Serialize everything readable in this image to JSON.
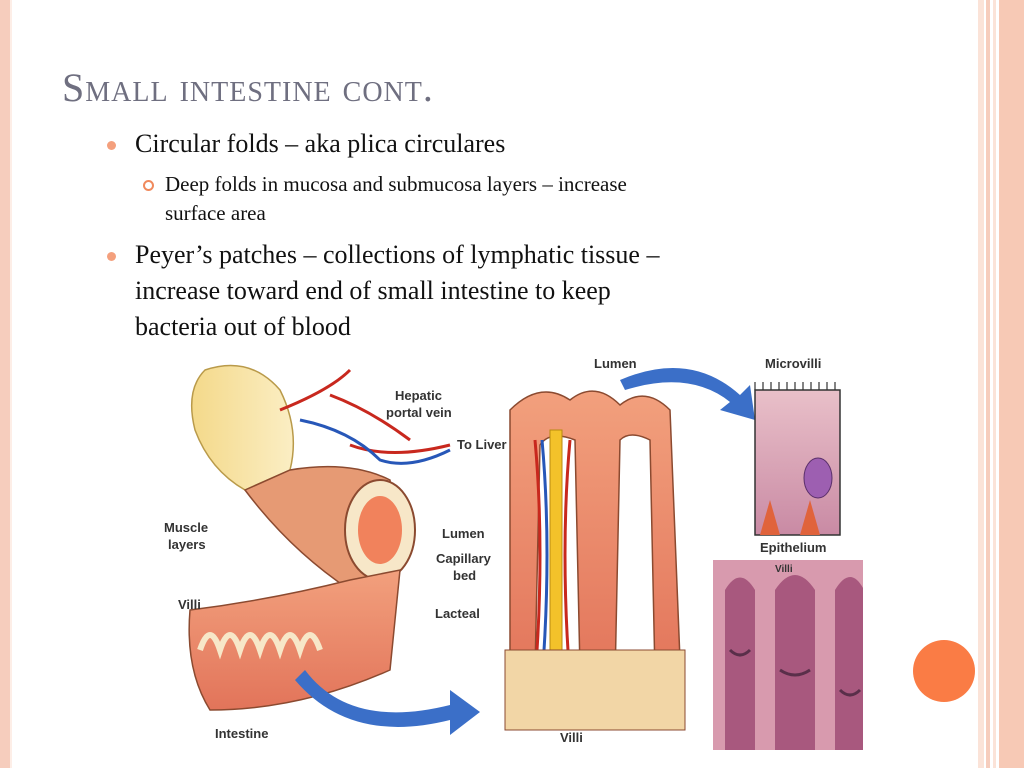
{
  "slide": {
    "title": "Small intestine cont.",
    "bullets": [
      {
        "text": "Circular folds – aka plica circulares",
        "sub": [
          "Deep folds in mucosa and submucosa layers – increase",
          "surface area"
        ]
      },
      {
        "lines": [
          "Peyer’s patches – collections of lymphatic tissue –",
          "increase toward end of small intestine to keep",
          "bacteria out of blood"
        ]
      }
    ]
  },
  "figure": {
    "labels": {
      "hepatic1": "Hepatic",
      "hepatic2": "portal vein",
      "to_liver": "To Liver",
      "muscle1": "Muscle",
      "muscle2": "layers",
      "villi_left": "Villi",
      "intestine": "Intestine",
      "lumen_top": "Lumen",
      "lumen_mid": "Lumen",
      "capillary1": "Capillary",
      "capillary2": "bed",
      "lacteal": "Lacteal",
      "villi_bottom": "Villi",
      "microvilli": "Microvilli",
      "epithelium": "Epithelium",
      "villi_micro": "Villi"
    }
  },
  "theme": {
    "accent": "#fa7c45",
    "border_pink": "#f6cdbd",
    "title_color": "#6f6f80"
  }
}
